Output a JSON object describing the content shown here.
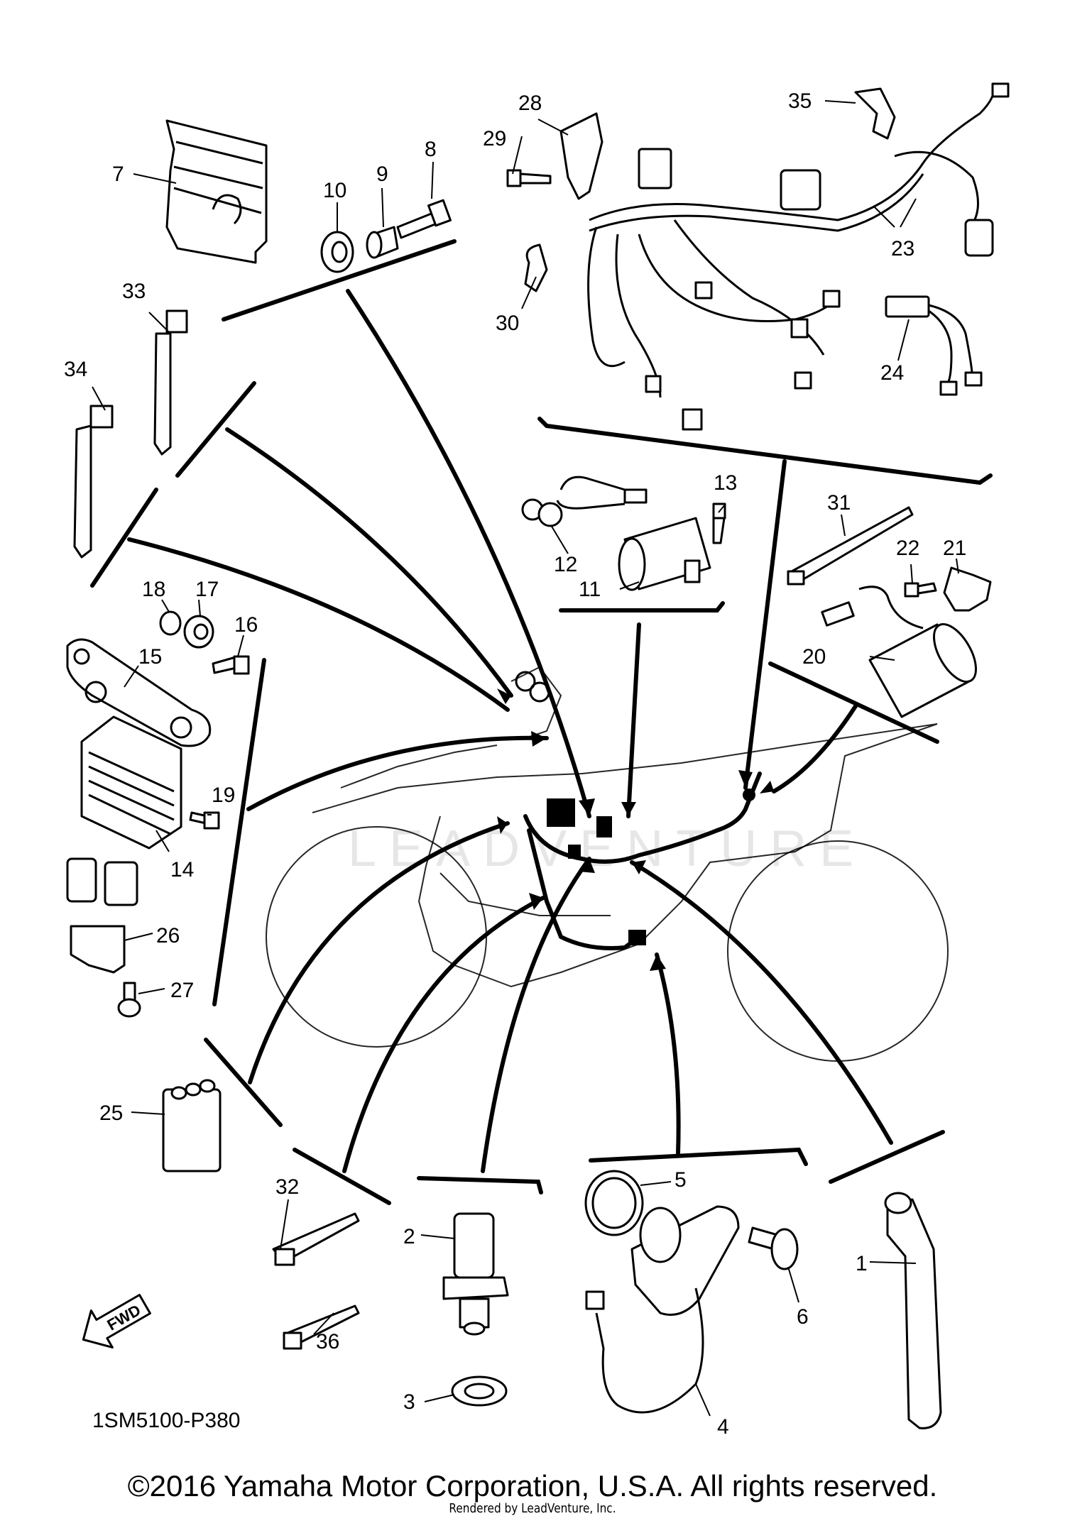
{
  "diagram": {
    "reference_code": "1SM5100-P380",
    "copyright": "©2016 Yamaha Motor Corporation, U.S.A. All rights reserved.",
    "rendered_by": "Rendered by LeadVenture, Inc.",
    "watermark": "LEADVENTURE",
    "fwd_label": "FWD",
    "callouts": [
      "1",
      "2",
      "3",
      "4",
      "5",
      "6",
      "7",
      "8",
      "9",
      "10",
      "11",
      "12",
      "13",
      "14",
      "15",
      "16",
      "17",
      "18",
      "19",
      "20",
      "21",
      "22",
      "23",
      "24",
      "25",
      "26",
      "27",
      "28",
      "29",
      "30",
      "31",
      "32",
      "33",
      "34",
      "35",
      "36"
    ]
  }
}
